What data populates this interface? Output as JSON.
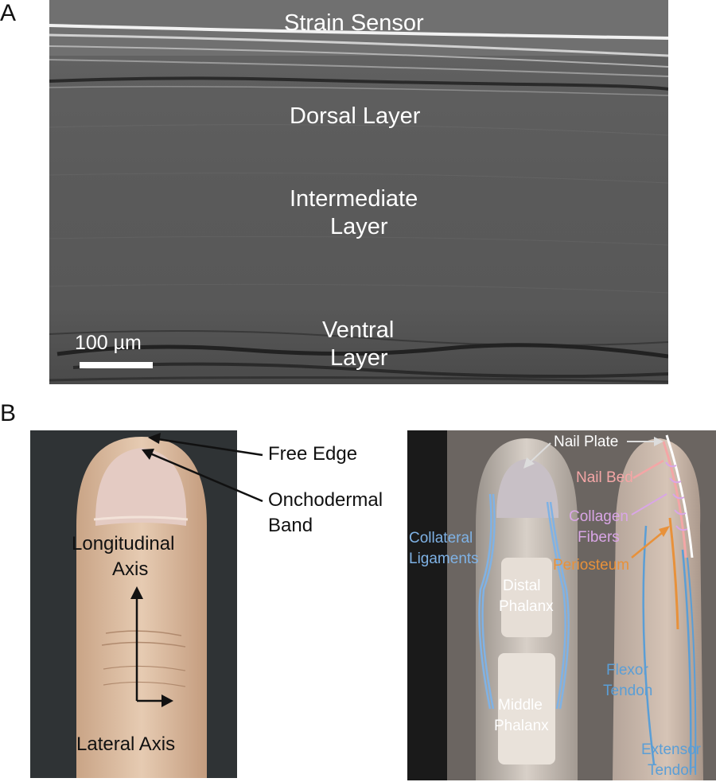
{
  "panel_a": {
    "letter": "A",
    "labels": {
      "strain_sensor": "Strain Sensor",
      "dorsal": "Dorsal Layer",
      "intermediate_1": "Intermediate",
      "intermediate_2": "Layer",
      "ventral_1": "Ventral",
      "ventral_2": "Layer"
    },
    "scale_bar": "100 µm"
  },
  "panel_b": {
    "letter": "B",
    "left": {
      "free_edge": "Free Edge",
      "onchodermal_1": "Onchodermal",
      "onchodermal_2": "Band",
      "longitudinal_1": "Longitudinal",
      "longitudinal_2": "Axis",
      "lateral": "Lateral Axis"
    },
    "right": {
      "nail_plate": "Nail Plate",
      "nail_bed": "Nail Bed",
      "collagen_1": "Collagen",
      "collagen_2": "Fibers",
      "periosteum": "Periosteum",
      "collateral_1": "Collateral",
      "collateral_2": "Ligaments",
      "distal_1": "Distal",
      "distal_2": "Phalanx",
      "middle_1": "Middle",
      "middle_2": "Phalanx",
      "flexor_1": "Flexor",
      "flexor_2": "Tendon",
      "extensor_1": "Extensor",
      "extensor_2": "Tendon"
    },
    "colors": {
      "ligament": "#7fb2e5",
      "nail_bed": "#f4a6a6",
      "collagen": "#d9a6e6",
      "periosteum": "#e8913a",
      "tendon": "#5a9ed6"
    }
  }
}
